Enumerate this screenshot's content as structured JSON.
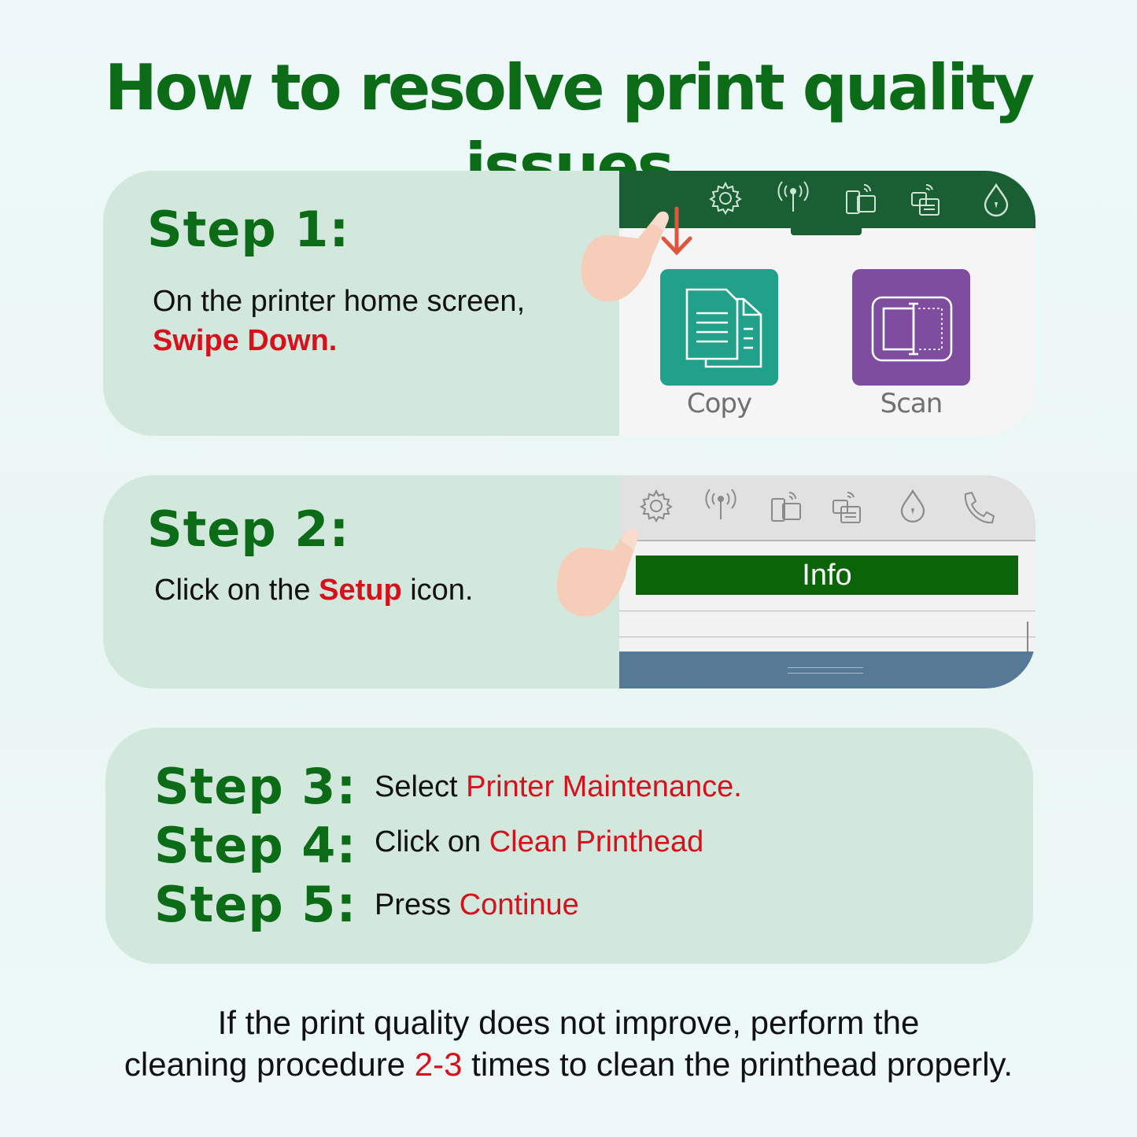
{
  "title": "How to resolve print quality issues",
  "step1": {
    "title": "Step 1:",
    "text": "On the printer home screen,",
    "highlight": "Swipe Down.",
    "apps": [
      {
        "label": "Copy",
        "icon": "copy-icon",
        "color": "#21a08a"
      },
      {
        "label": "Scan",
        "icon": "scan-icon",
        "color": "#7e4da0"
      }
    ],
    "top_icons": [
      "gear-icon",
      "wireless-icon",
      "mobile-print-icon",
      "fax-icon",
      "ink-drop-icon"
    ]
  },
  "step2": {
    "title": "Step 2:",
    "text_before": "Click on the ",
    "highlight": "Setup",
    "text_after": " icon.",
    "info_label": "Info",
    "top_icons": [
      "gear-icon",
      "wireless-icon",
      "mobile-print-icon",
      "fax-icon",
      "ink-drop-icon",
      "phone-icon"
    ]
  },
  "steps_345": [
    {
      "title": "Step 3:",
      "text": "Select ",
      "highlight": "Printer Maintenance."
    },
    {
      "title": "Step 4:",
      "text": "Click on ",
      "highlight": "Clean Printhead"
    },
    {
      "title": "Step 5:",
      "text": "Press ",
      "highlight": "Continue"
    }
  ],
  "footer": {
    "line1": "If the print quality does not improve, perform the",
    "line2_before": "cleaning procedure ",
    "line2_highlight": "2-3",
    "line2_after": " times to clean the printhead properly."
  },
  "colors": {
    "green": "#0b6b16",
    "red": "#d6111c",
    "card": "#d3e8dc"
  }
}
